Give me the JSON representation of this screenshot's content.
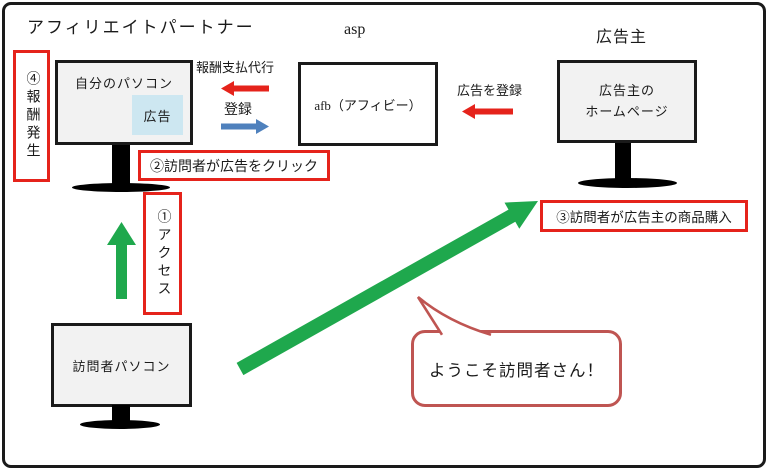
{
  "colors": {
    "red": "#e5231b",
    "blue": "#4f81bd",
    "green": "#1fa84d",
    "black": "#1a1a1a",
    "bubble_border": "#bf5552",
    "ad_box_fill": "#cde7f1",
    "screen_fill": "#f2f2f2"
  },
  "headers": {
    "affiliate_partner": "アフィリエイトパートナー",
    "asp": "asp",
    "advertiser": "広告主"
  },
  "nodes": {
    "my_pc_label": "自分のパソコン",
    "ad_label": "広告",
    "asp_box_label": "afb（アフィビー）",
    "advertiser_pc_line1": "広告主の",
    "advertiser_pc_line2": "ホームページ",
    "visitor_pc_label": "訪問者パソコン"
  },
  "arrows": {
    "reward_payment_label": "報酬支払代行",
    "register_label": "登録",
    "register_ad_label": "広告を登録"
  },
  "steps": {
    "step1": "①アクセス",
    "step2": "②訪問者が広告をクリック",
    "step3": "③訪問者が広告主の商品購入",
    "step4": "④報酬発生"
  },
  "speech_bubble": {
    "text": "ようこそ訪問者さん！"
  }
}
